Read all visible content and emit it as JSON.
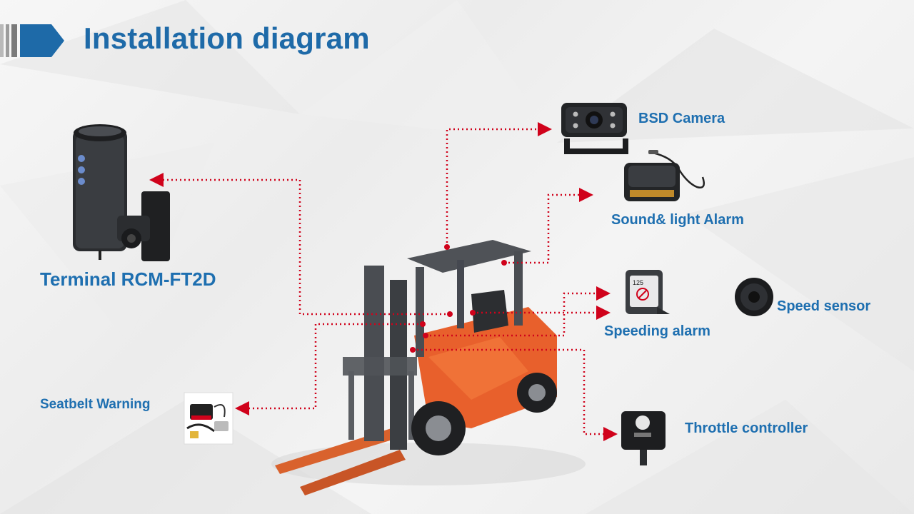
{
  "page": {
    "title": "Installation diagram"
  },
  "components": {
    "terminal": "Terminal RCM-FT2D",
    "bsd_camera": "BSD Camera",
    "sound_light_alarm": "Sound& light Alarm",
    "speeding_alarm": "Speeding alarm",
    "speed_sensor": "Speed sensor",
    "throttle_controller": "Throttle controller",
    "seatbelt_warning": "Seatbelt Warning"
  },
  "colors": {
    "title": "#1e6aa8",
    "label": "#1e6fb0",
    "connector": "#d0021b",
    "forklift_body": "#e8602c",
    "forklift_frame": "#4a4d52"
  }
}
